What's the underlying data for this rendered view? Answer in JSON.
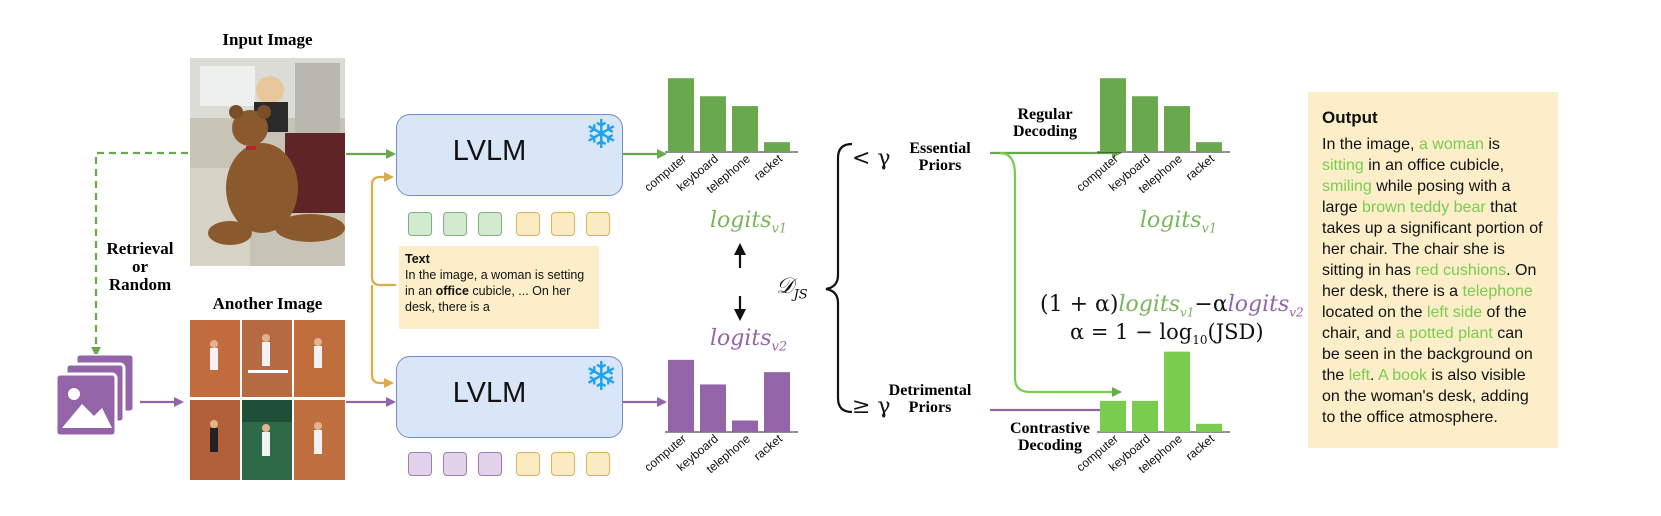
{
  "labels": {
    "input_image": "Input Image",
    "another_image": "Another Image",
    "retrieval": "Retrieval",
    "or": "or",
    "random": "Random",
    "lvlm_top": "LVLM",
    "lvlm_bottom": "LVLM",
    "regular_decoding": "Regular Decoding",
    "contrastive_decoding": "Contrastive Decoding",
    "essential_priors": "Essential Priors",
    "detrimental_priors": "Detrimental Priors",
    "less_gamma": "< γ",
    "geq_gamma": "≥ γ",
    "d_js": "𝒟",
    "d_js_sub": "JS",
    "logits": "logits",
    "v1": "v1",
    "v2": "v2"
  },
  "text_box": {
    "title": "Text",
    "line_pre": "In the image, a woman is setting in an ",
    "bold_word": "office",
    "line_post": " cubicle, ... On her desk, there is a"
  },
  "formula": {
    "line1_prefix": "(1 + α)",
    "line1_mid": "−α",
    "line2": "α = 1 − log",
    "line2_sub": "10",
    "line2_suffix": "(JSD)"
  },
  "output": {
    "title": "Output",
    "segments": [
      {
        "t": "In the image, ",
        "h": false
      },
      {
        "t": "a woman",
        "h": true
      },
      {
        "t": " is ",
        "h": false
      },
      {
        "t": "sitting",
        "h": true
      },
      {
        "t": " in an office cubicle, ",
        "h": false
      },
      {
        "t": "smiling",
        "h": true
      },
      {
        "t": " while posing with a large ",
        "h": false
      },
      {
        "t": "brown teddy bear",
        "h": true
      },
      {
        "t": " that takes up a significant portion of her chair. The chair she is sitting in has ",
        "h": false
      },
      {
        "t": "red cushions",
        "h": true
      },
      {
        "t": ". On her desk, there is a ",
        "h": false
      },
      {
        "t": "telephone",
        "h": true
      },
      {
        "t": " located on the ",
        "h": false
      },
      {
        "t": "left side",
        "h": true
      },
      {
        "t": " of the chair, and ",
        "h": false
      },
      {
        "t": "a potted plant",
        "h": true
      },
      {
        "t": " can be seen in the background on the ",
        "h": false
      },
      {
        "t": "left",
        "h": true
      },
      {
        "t": ". ",
        "h": false
      },
      {
        "t": "A book",
        "h": true
      },
      {
        "t": " is also visible on the woman's desk, adding to the office atmosphere.",
        "h": false
      }
    ]
  },
  "colors": {
    "green": "#6aa84f",
    "bright_green": "#7acc4e",
    "purple": "#9464a8",
    "gold": "#d8ad4a",
    "blue_box": "#d8e6f8"
  },
  "chart_data": [
    {
      "type": "bar",
      "id": "logits_v1_top",
      "categories": [
        "computer",
        "keyboard",
        "telephone",
        "racket"
      ],
      "values": [
        0.9,
        0.68,
        0.56,
        0.12
      ],
      "color": "#6aa84f"
    },
    {
      "type": "bar",
      "id": "logits_v2",
      "categories": [
        "computer",
        "keyboard",
        "telephone",
        "racket"
      ],
      "values": [
        0.88,
        0.58,
        0.14,
        0.73
      ],
      "color": "#9464a8"
    },
    {
      "type": "bar",
      "id": "logits_regular",
      "categories": [
        "computer",
        "keyboard",
        "telephone",
        "racket"
      ],
      "values": [
        0.9,
        0.68,
        0.56,
        0.12
      ],
      "color": "#6aa84f"
    },
    {
      "type": "bar",
      "id": "logits_contrastive",
      "categories": [
        "computer",
        "keyboard",
        "telephone",
        "racket"
      ],
      "values": [
        0.38,
        0.38,
        0.98,
        0.1
      ],
      "color": "#7acc4e"
    }
  ]
}
